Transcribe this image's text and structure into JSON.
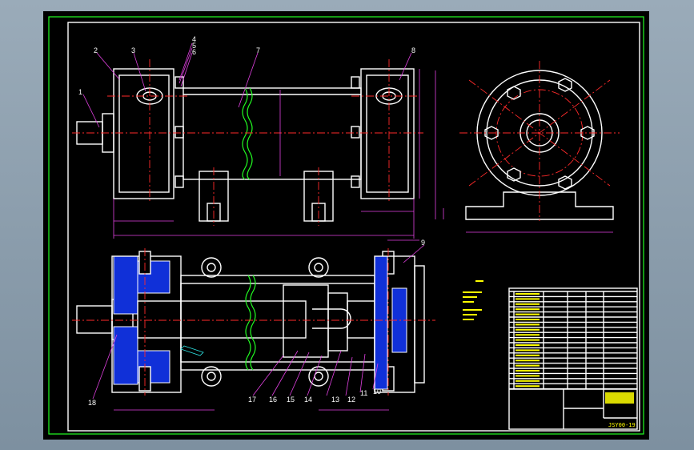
{
  "colors": {
    "background": "#8497a6",
    "sheet": "#000000",
    "border": "#22ff22",
    "outline": "#ffffff",
    "centerline": "#ff2a2a",
    "dimension": "#e040e0",
    "hatch": "#1030d8",
    "text": "#ffff00"
  },
  "front_view_labels": [
    "1",
    "2",
    "3",
    "4",
    "5",
    "6",
    "7",
    "8"
  ],
  "section_view_labels": [
    "18",
    "17",
    "16",
    "15",
    "14",
    "13",
    "12",
    "11",
    "10",
    "9"
  ],
  "title_block": {
    "drawing_number": "JSY00-19"
  }
}
